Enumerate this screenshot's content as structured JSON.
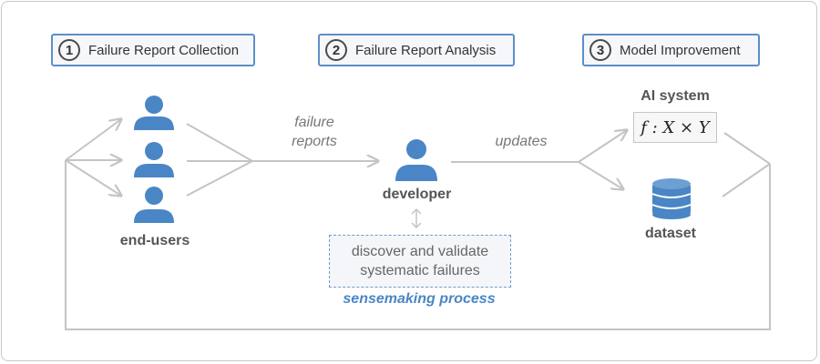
{
  "stages": [
    {
      "number": "1",
      "label": "Failure Report Collection"
    },
    {
      "number": "2",
      "label": "Failure Report Analysis"
    },
    {
      "number": "3",
      "label": "Model Improvement"
    }
  ],
  "actors": {
    "end_users": "end-users",
    "developer": "developer",
    "ai_system": "AI system",
    "dataset": "dataset"
  },
  "edge_labels": {
    "failure_reports_line1": "failure",
    "failure_reports_line2": "reports",
    "updates": "updates"
  },
  "formula": "f : X × Y",
  "sensemaking": {
    "box_line1": "discover and validate",
    "box_line2": "systematic failures",
    "label": "sensemaking process"
  },
  "colors": {
    "accent": "#5b8fc6",
    "icon_blue": "#4a86c5",
    "arrow_gray": "#c4c4c4",
    "text_gray": "#555555"
  },
  "icons": [
    "person-icon",
    "database-icon",
    "double-arrow-icon"
  ]
}
